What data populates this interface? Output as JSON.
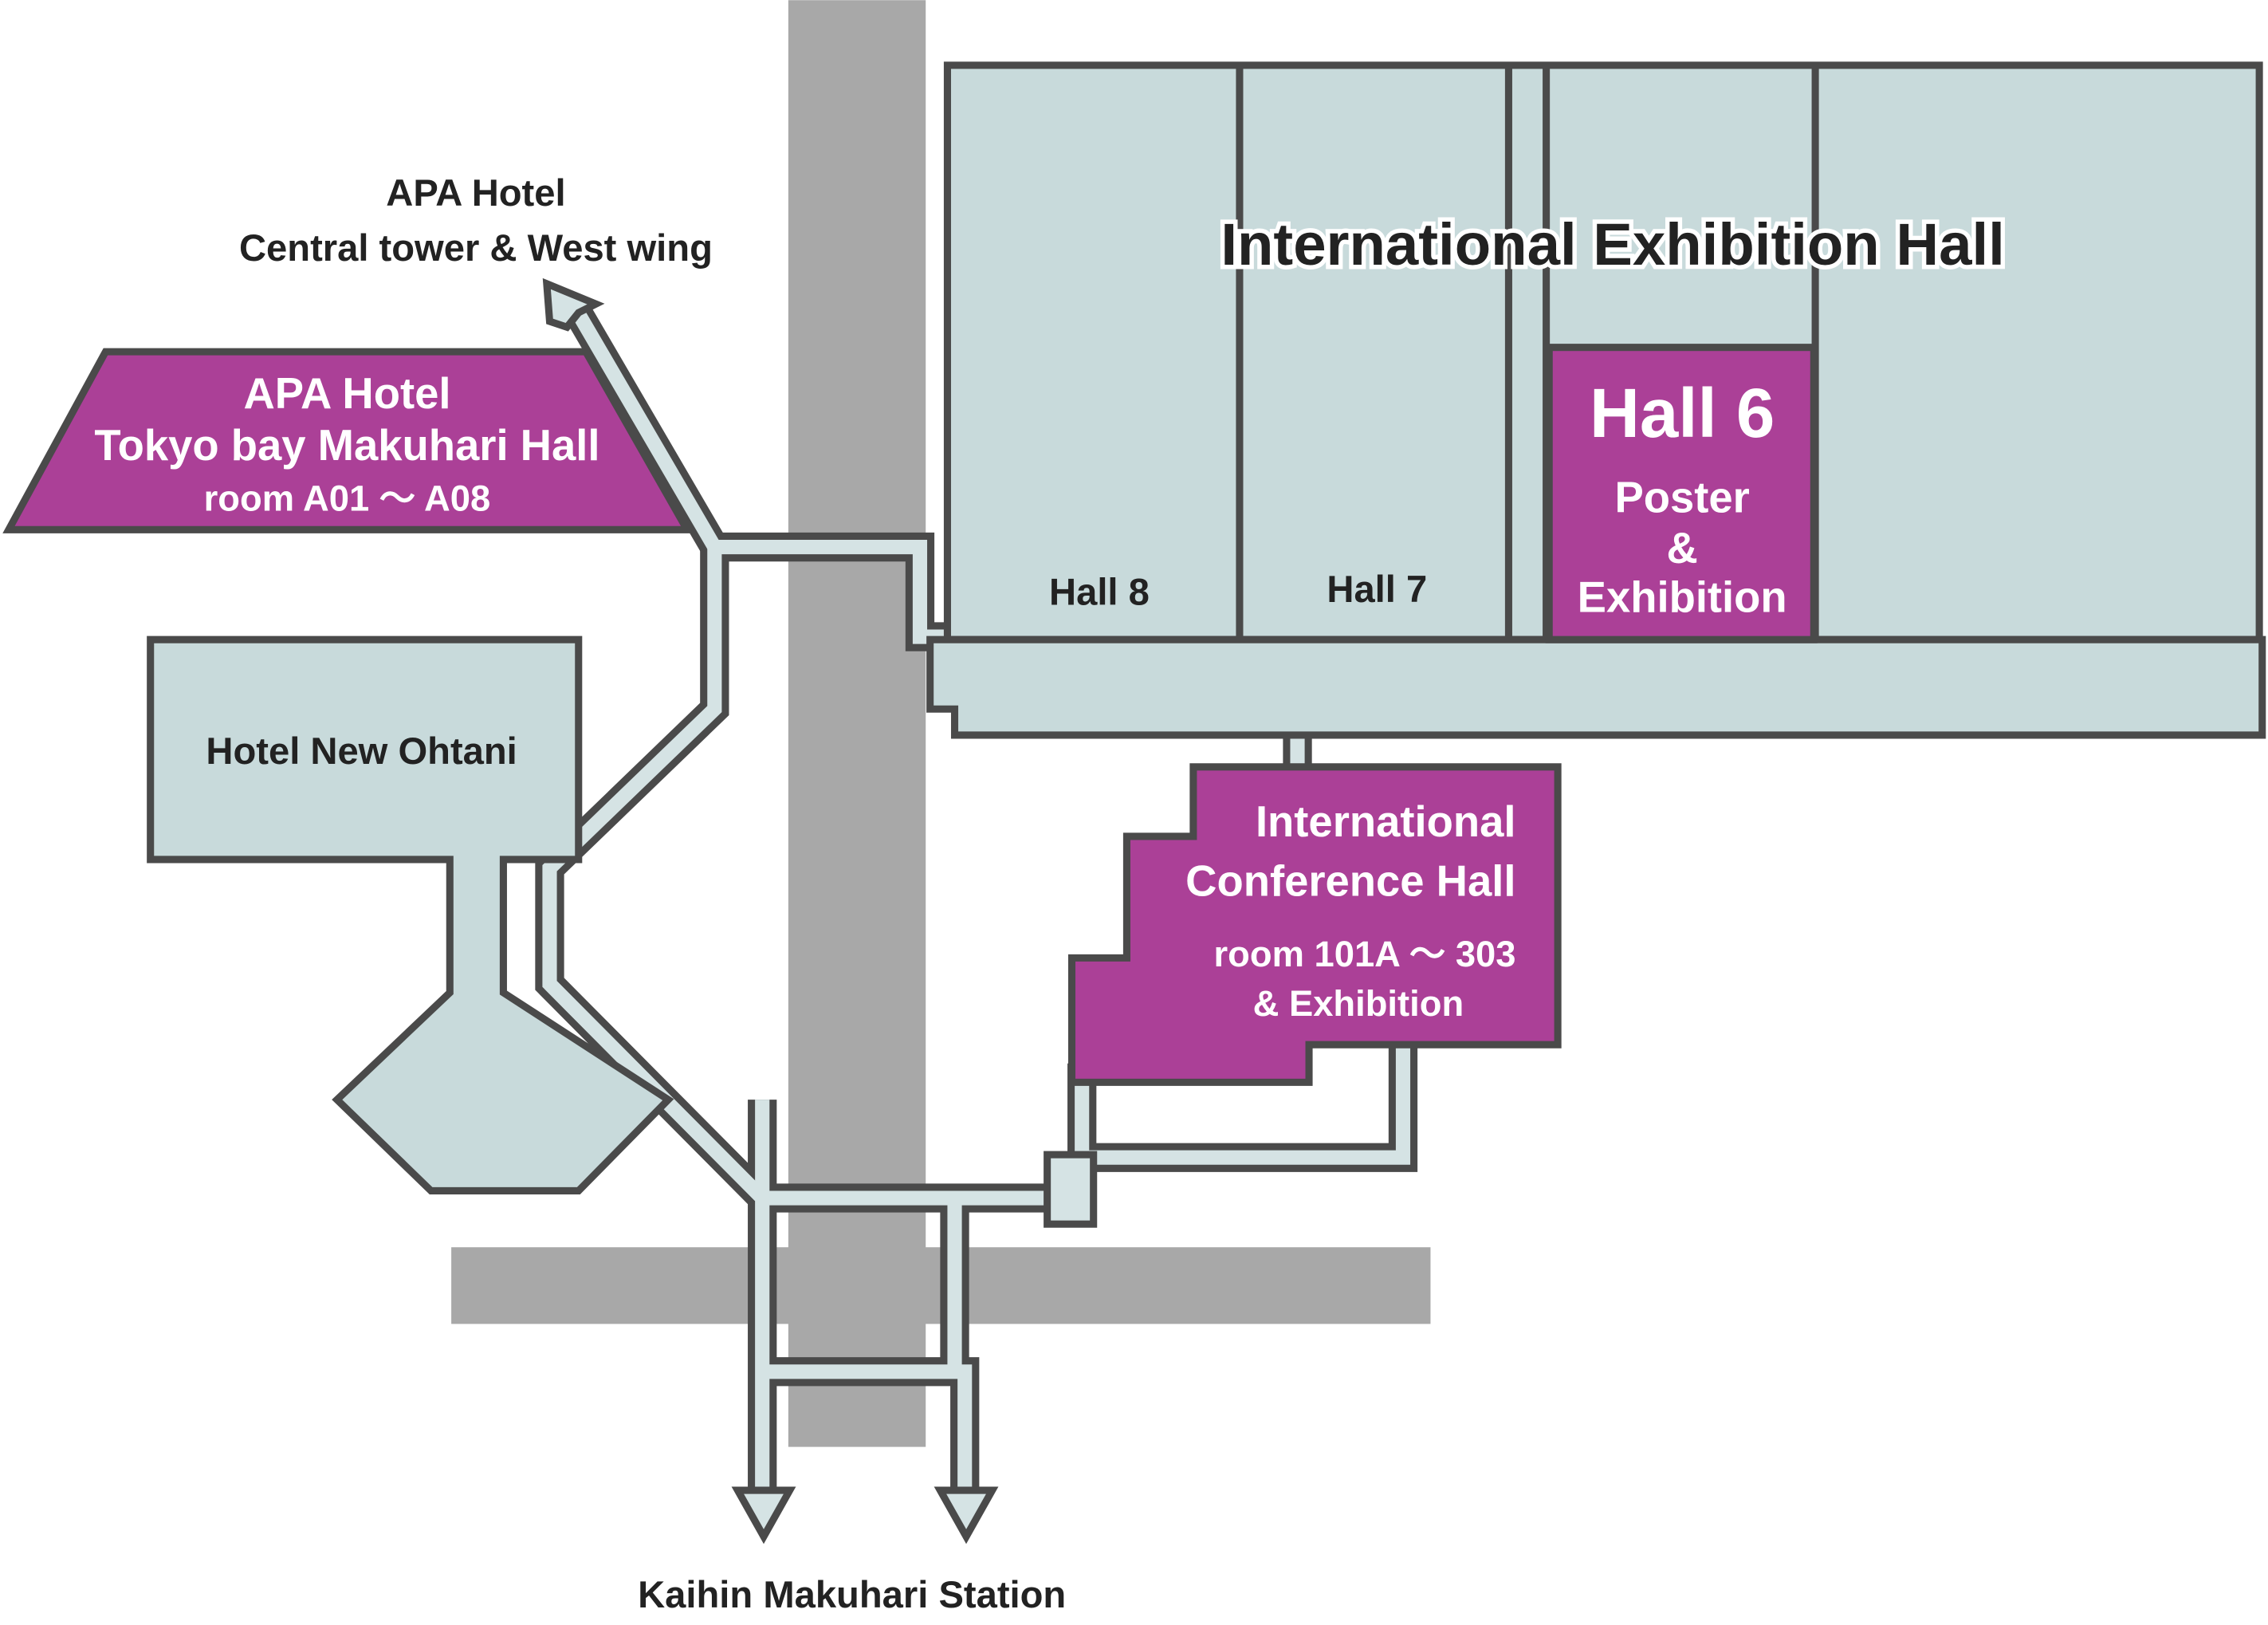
{
  "colors": {
    "road": "#a8a8a8",
    "building": "#c8dadb",
    "highlight": "#ab4097",
    "outline": "#4a4a4a",
    "walkway": "#d5e3e4"
  },
  "exhibition_hall": {
    "title": "International Exhibition Hall",
    "hall8": "Hall 8",
    "hall7": "Hall 7",
    "hall6": {
      "title": "Hall 6",
      "line1": "Poster",
      "line2": "&",
      "line3": "Exhibition"
    }
  },
  "apa_hotel_central": {
    "line1": "APA Hotel",
    "line2": "Central tower & West wing"
  },
  "apa_hotel_makuhari": {
    "line1": "APA Hotel",
    "line2": "Tokyo bay Makuhari Hall",
    "line3": "room A01 ～ A08"
  },
  "hotel_new_ohtani": {
    "label": "Hotel New Ohtani"
  },
  "conference_hall": {
    "line1": "International",
    "line2": "Conference Hall",
    "line3": "room 101A ～ 303",
    "line4": "& Exhibition"
  },
  "station": {
    "label": "Kaihin Makuhari Station"
  }
}
